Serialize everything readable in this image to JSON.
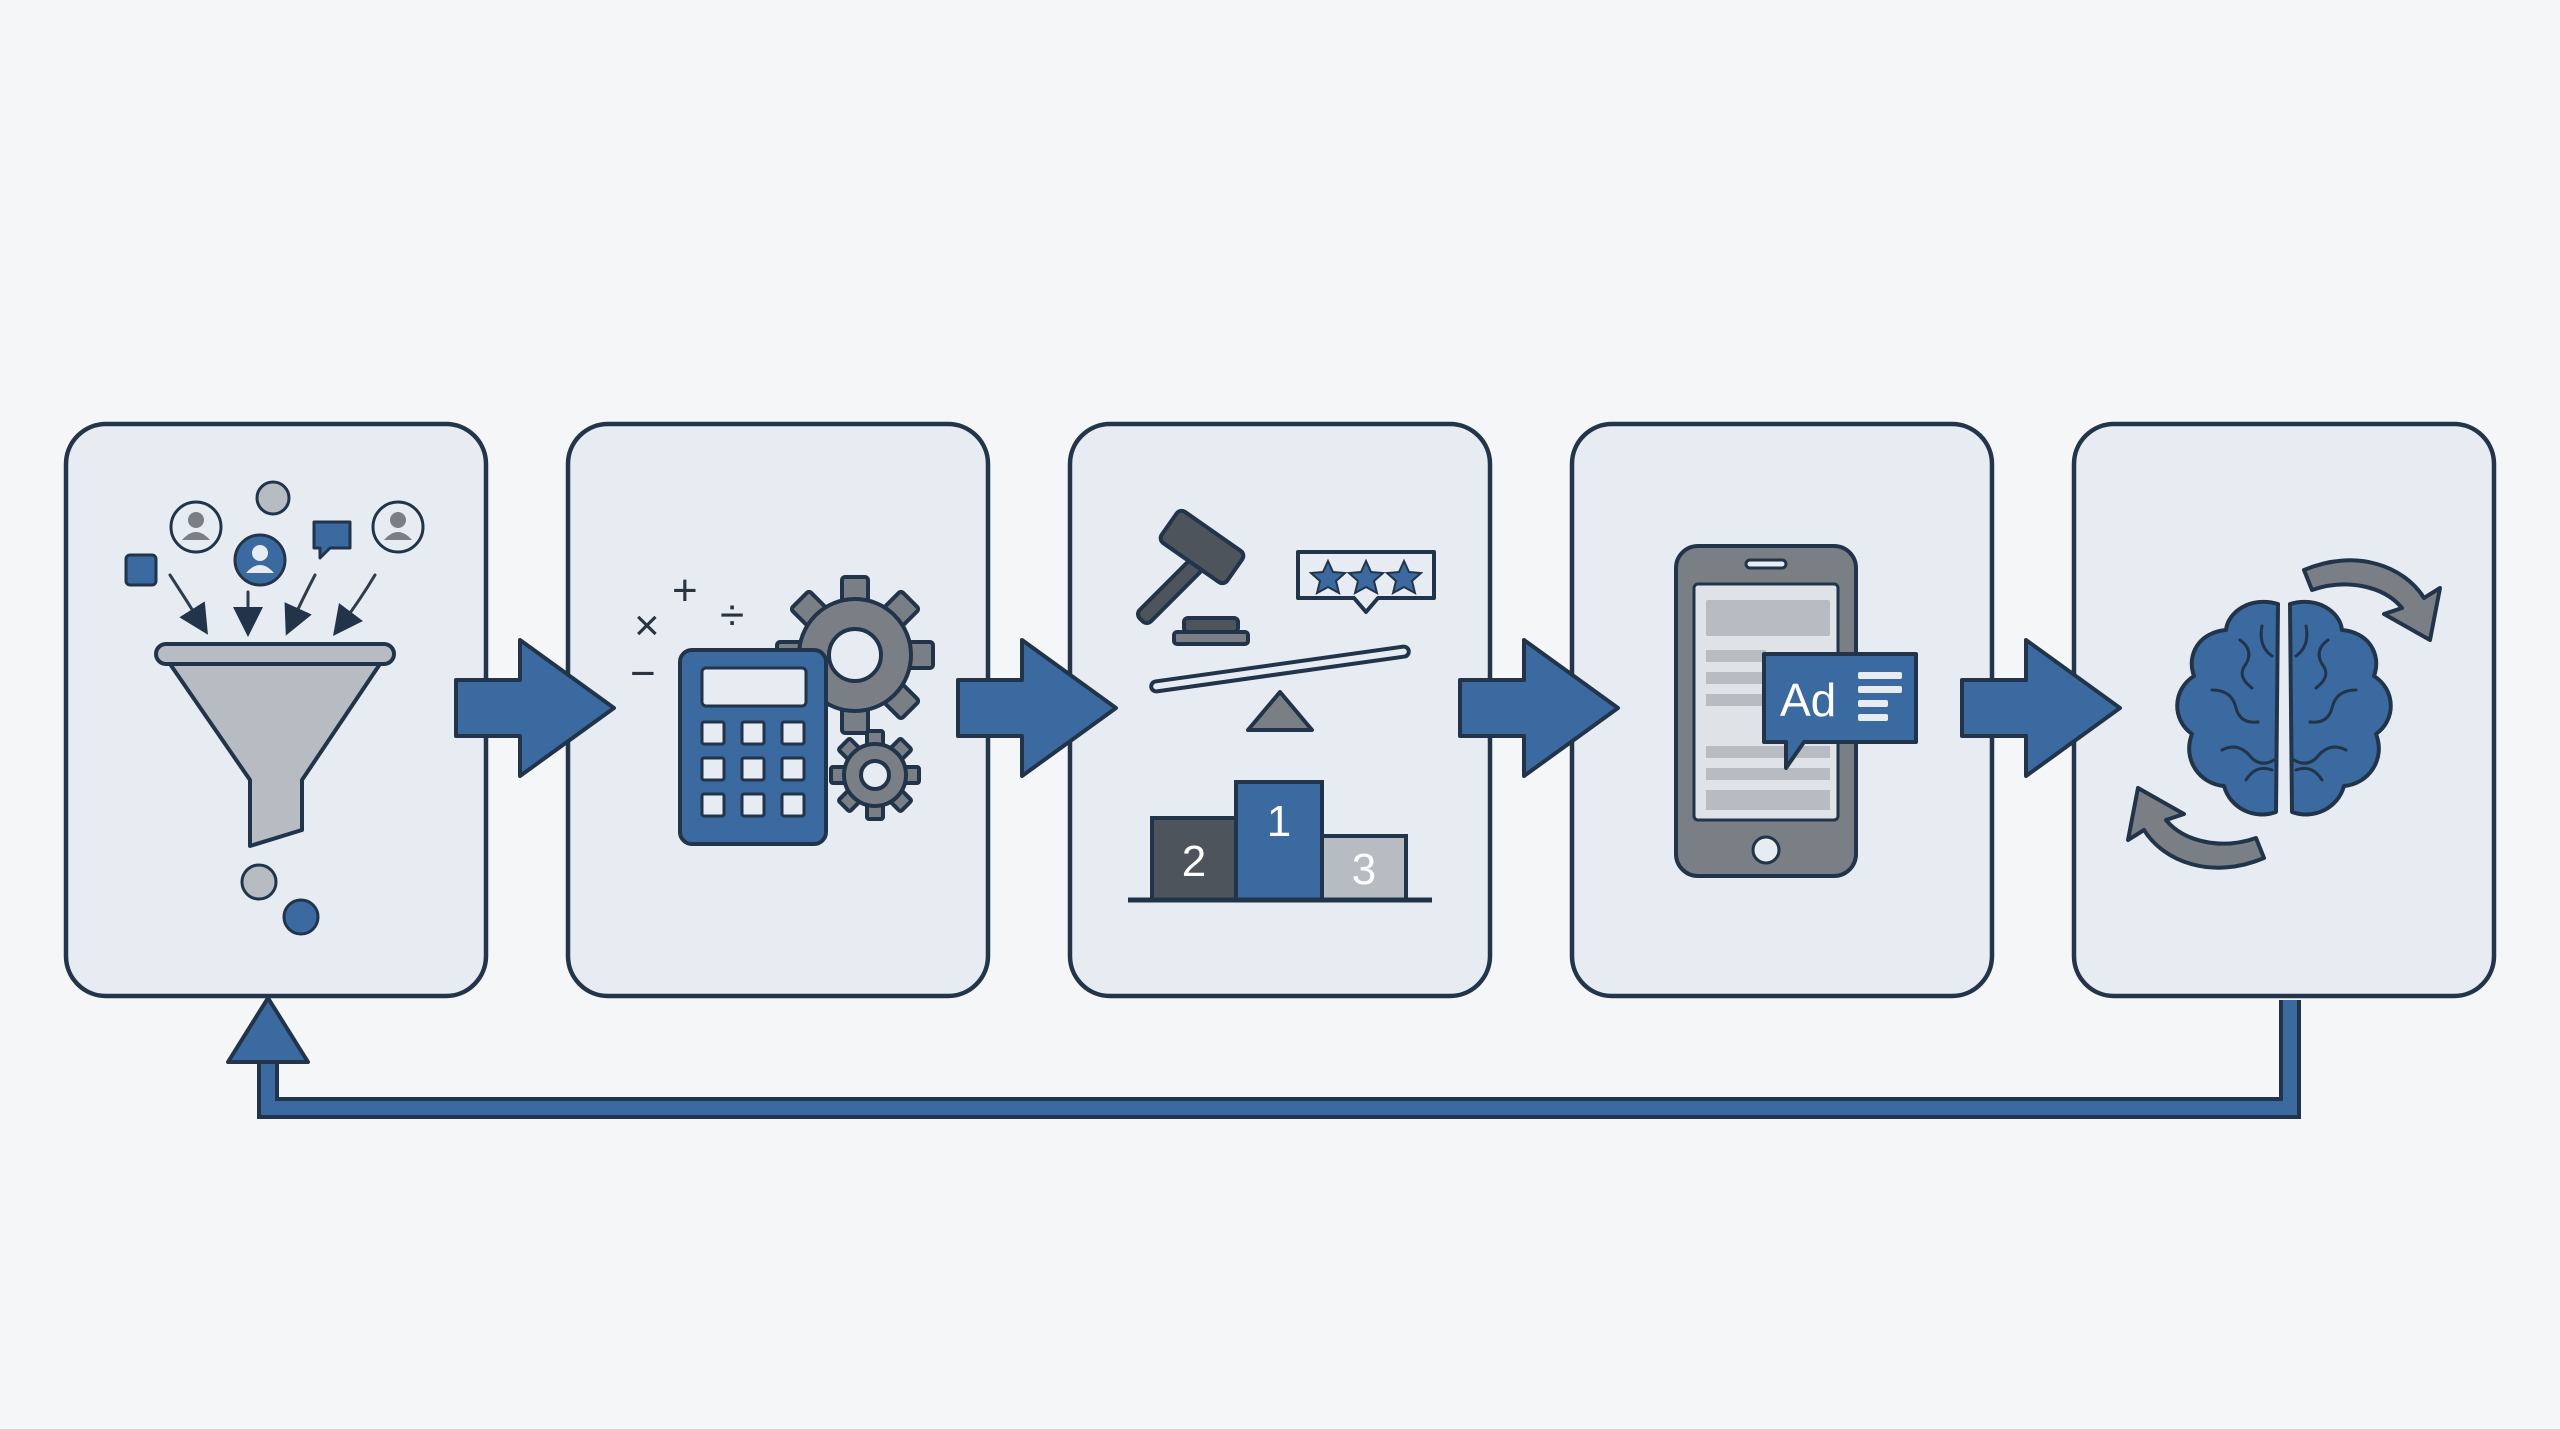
{
  "diagram": {
    "steps": [
      {
        "icon": "funnel-icon"
      },
      {
        "icon": "calculator-gears-icon",
        "symbols": [
          "×",
          "+",
          "÷",
          "−"
        ]
      },
      {
        "icon": "auction-ranking-icon",
        "ranks": [
          "1",
          "2",
          "3"
        ]
      },
      {
        "icon": "phone-ad-icon",
        "ad_label": "Ad"
      },
      {
        "icon": "brain-cycle-icon"
      }
    ],
    "feedback_loop": {
      "from": "step-5",
      "to": "step-1"
    }
  },
  "colors": {
    "accent_blue": "#3b6aa0",
    "outline": "#23354a",
    "box_fill": "#e6ecf2",
    "background": "#f4f6f7"
  }
}
